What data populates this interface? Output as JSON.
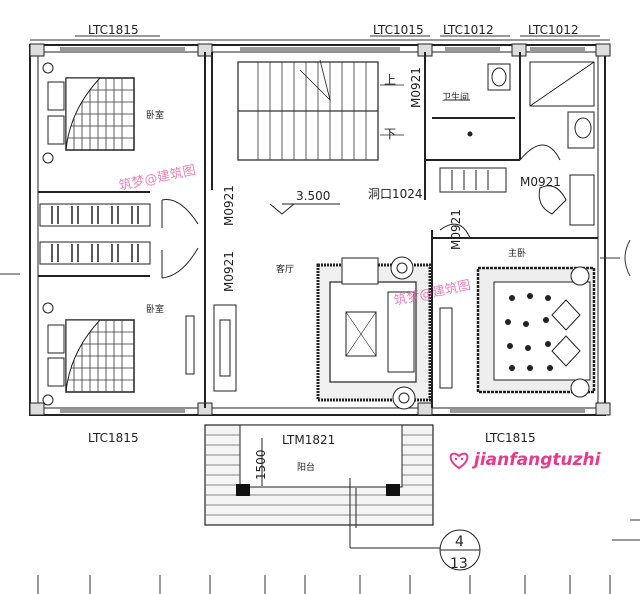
{
  "windows": {
    "top_left": "LTC1815",
    "top_center": "LTC1015",
    "top_mid_right": "LTC1012",
    "top_right": "LTC1012",
    "bottom_left": "LTC1815",
    "bottom_center": "LTM1821",
    "bottom_right": "LTC1815"
  },
  "doors": {
    "bath": "M0921",
    "master": "M0921",
    "bedroom_top": "M0921",
    "bedroom_bottom": "M0921",
    "master_entry": "M0921"
  },
  "openings": {
    "hall": "洞口1024"
  },
  "level": "3.500",
  "rooms": {
    "bedroom_top": "卧室",
    "bedroom_bottom": "卧室",
    "living": "客厅",
    "master": "主卧",
    "balcony": "阳台",
    "bath": "卫生间"
  },
  "stairs": {
    "up": "上",
    "down": "下"
  },
  "dimension": "1500",
  "detail_mark": {
    "number": "4",
    "sheet": "13"
  },
  "watermark": "筑梦@建筑图",
  "brand": "jianfangtuzhi"
}
